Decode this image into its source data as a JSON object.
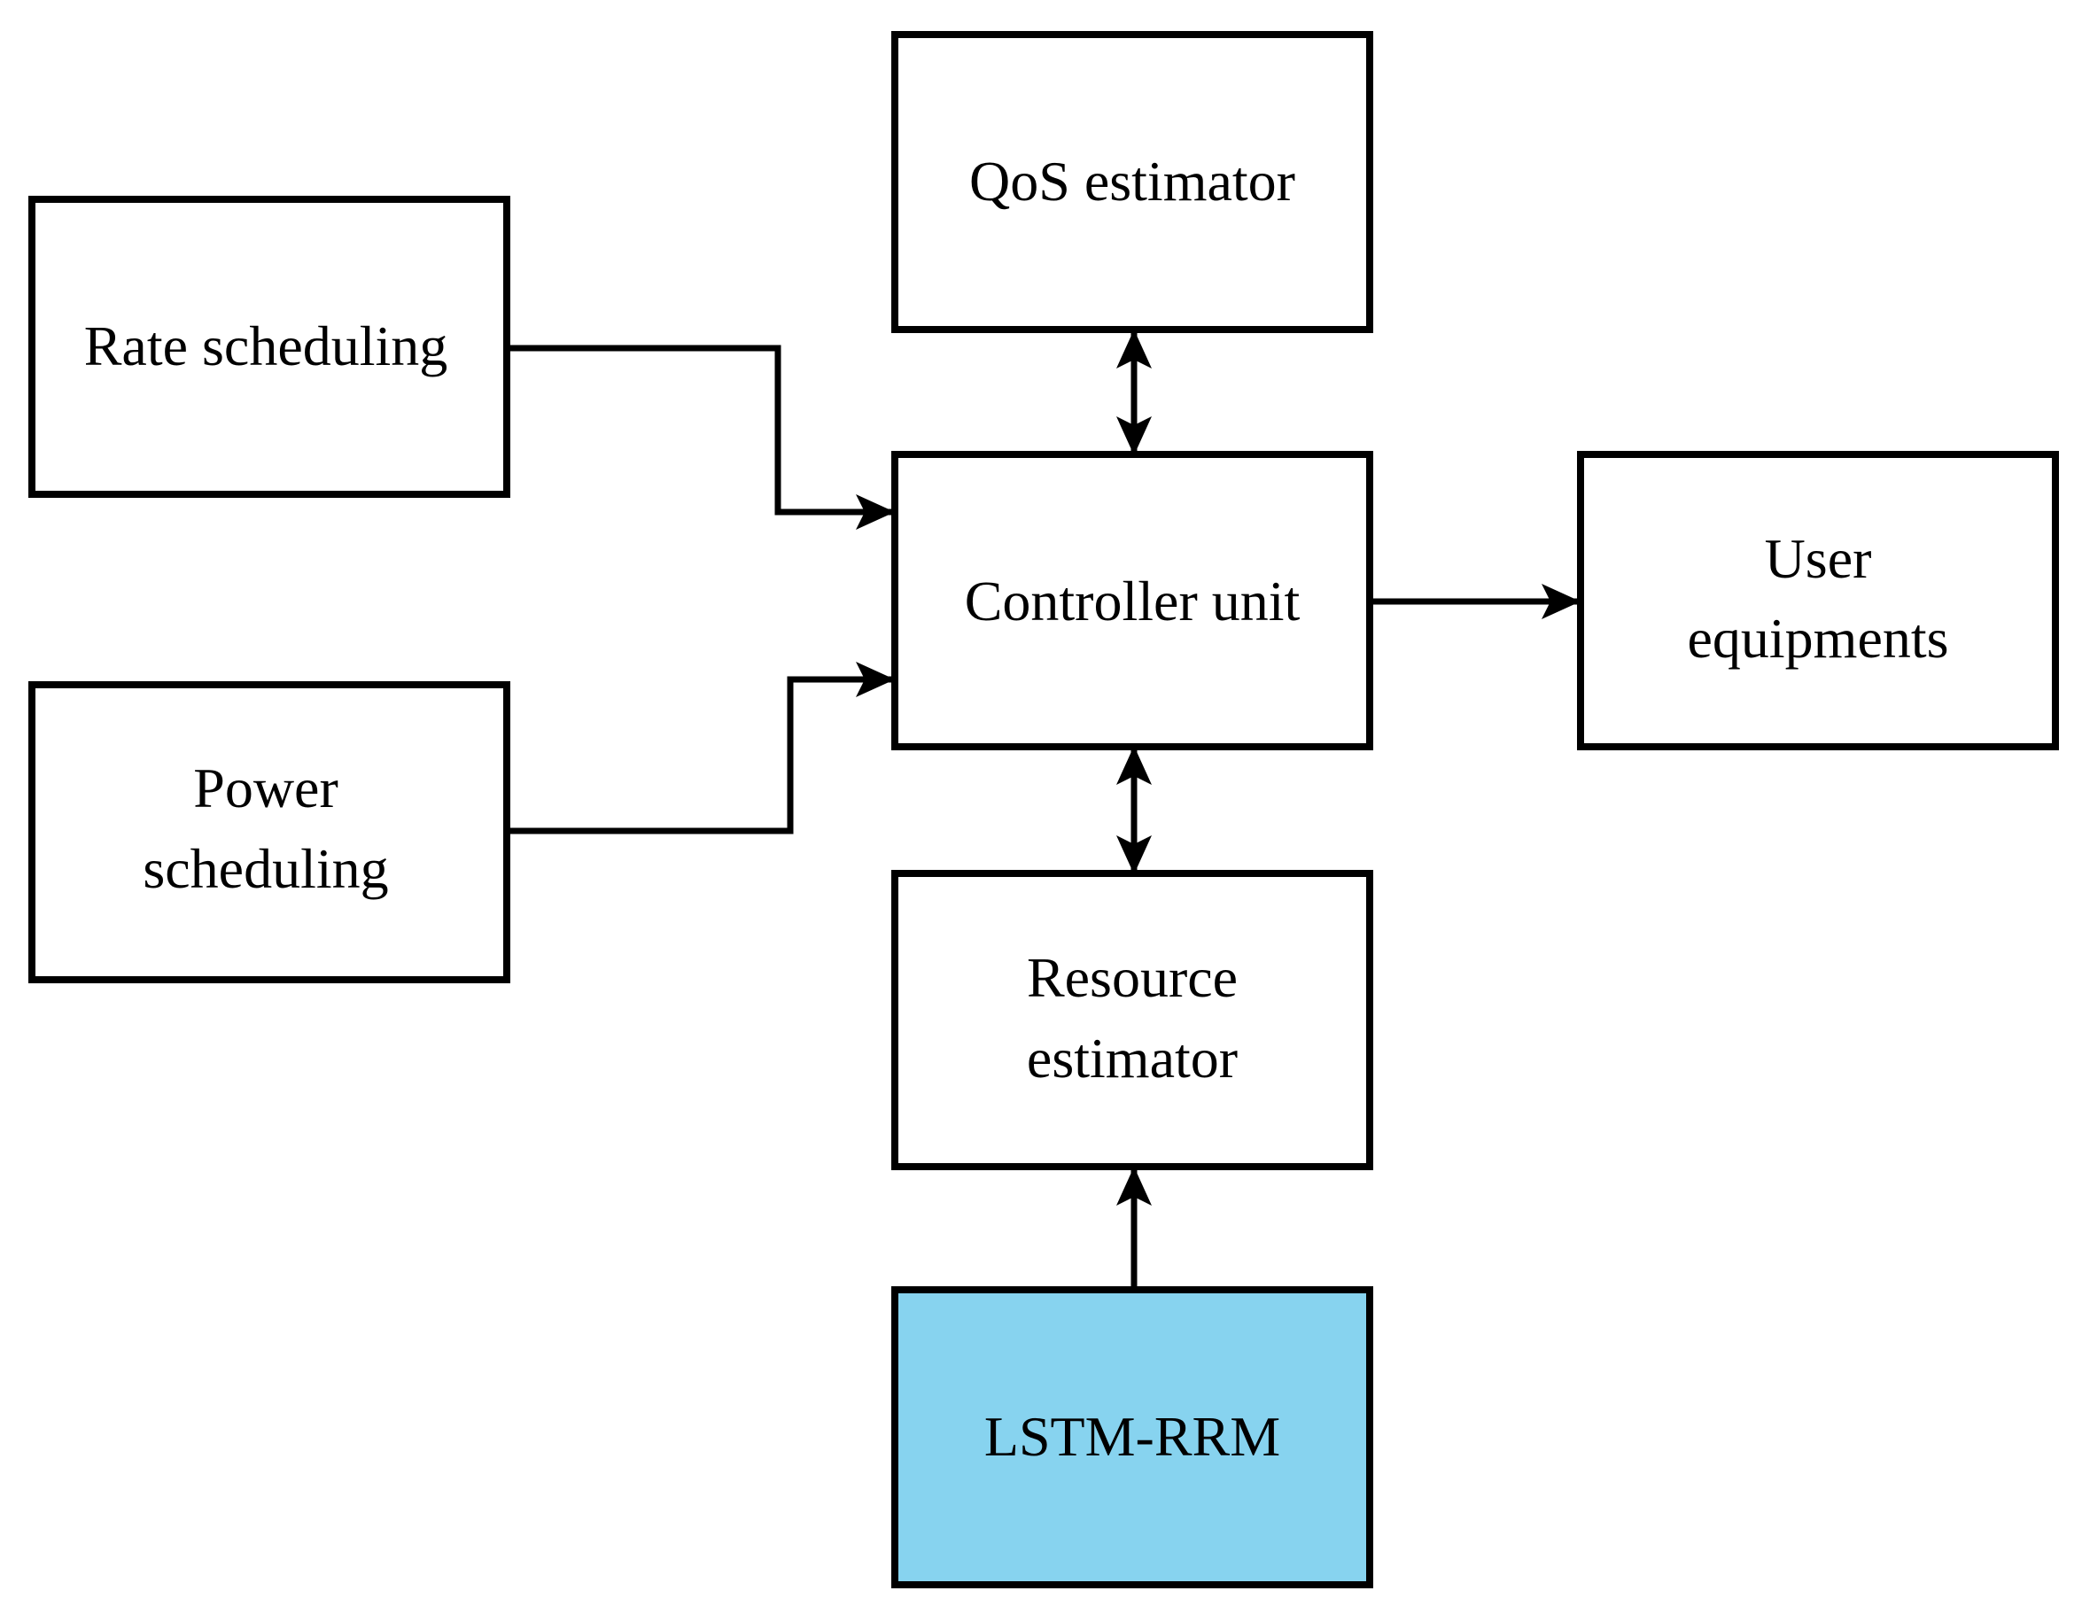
{
  "colors": {
    "stroke": "#000000",
    "block_fill": "#ffffff",
    "highlight_fill": "#87d3ef",
    "text": "#000000"
  },
  "blocks": {
    "qos_estimator": {
      "lines": [
        "QoS estimator"
      ]
    },
    "rate_scheduling": {
      "lines": [
        "Rate scheduling"
      ]
    },
    "power_scheduling": {
      "lines": [
        "Power",
        "scheduling"
      ]
    },
    "controller_unit": {
      "lines": [
        "Controller unit"
      ]
    },
    "user_equipments": {
      "lines": [
        "User",
        "equipments"
      ]
    },
    "resource_estimator": {
      "lines": [
        "Resource",
        "estimator"
      ]
    },
    "lstm_rrm": {
      "lines": [
        "LSTM-RRM"
      ]
    }
  },
  "edges": [
    {
      "from": "rate_scheduling",
      "to": "controller_unit",
      "direction": "forward"
    },
    {
      "from": "power_scheduling",
      "to": "controller_unit",
      "direction": "forward"
    },
    {
      "from": "qos_estimator",
      "to": "controller_unit",
      "direction": "both"
    },
    {
      "from": "controller_unit",
      "to": "user_equipments",
      "direction": "forward"
    },
    {
      "from": "controller_unit",
      "to": "resource_estimator",
      "direction": "both"
    },
    {
      "from": "lstm_rrm",
      "to": "resource_estimator",
      "direction": "forward"
    }
  ]
}
